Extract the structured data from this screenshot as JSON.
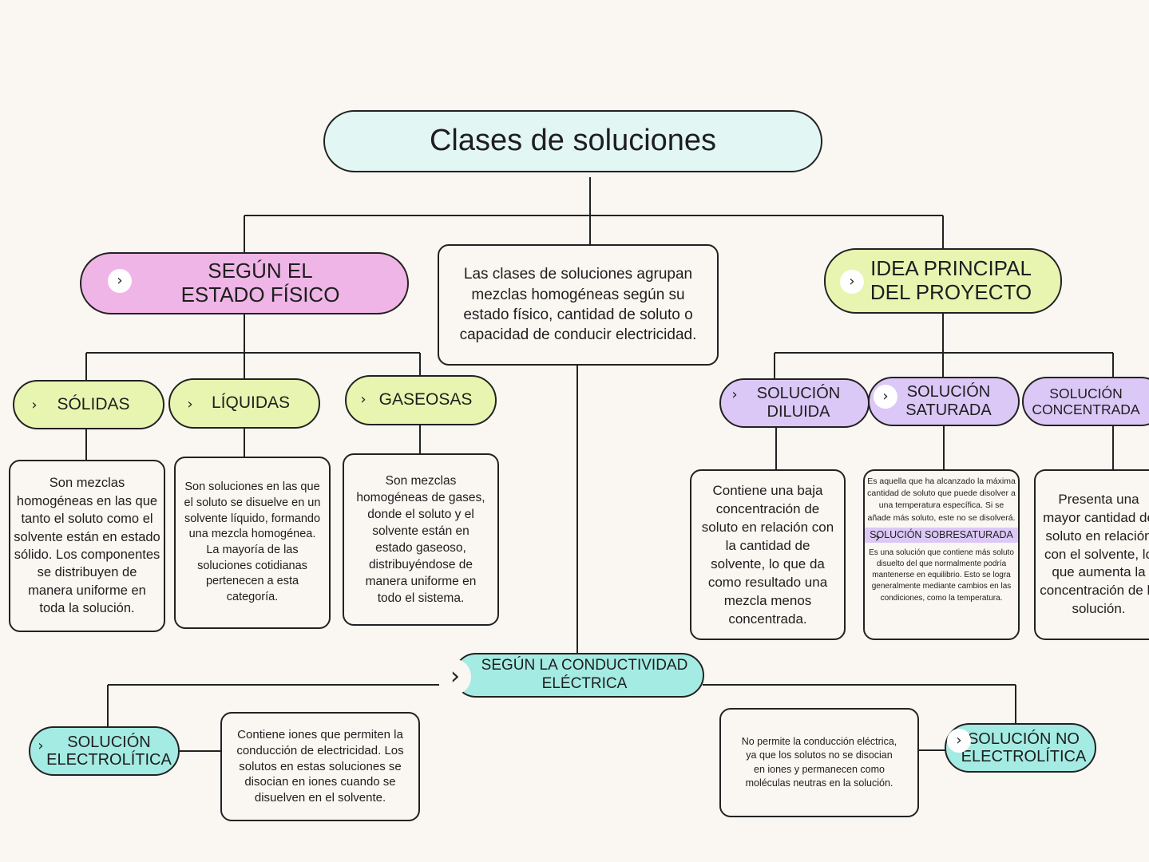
{
  "colors": {
    "background": "#faf6f1",
    "title_fill": "#e2f6f3",
    "estado_fill": "#efb5e6",
    "lime_fill": "#e7f5b0",
    "lavender_fill": "#dcc8f7",
    "teal_fill": "#a4ebe3",
    "stroke": "#222222"
  },
  "icon": "chevron-right-icon",
  "title": "Clases de soluciones",
  "center_description": "Las clases de soluciones agrupan mezclas homogéneas según su estado físico, cantidad de soluto o capacidad de conducir electricidad.",
  "estado_fisico": {
    "label_line1": "SEGÚN EL",
    "label_line2": "ESTADO FÍSICO",
    "solidas": {
      "label": "SÓLIDAS",
      "description": "Son mezclas homogéneas en las que tanto el soluto como el solvente están en estado sólido. Los componentes se distribuyen de manera uniforme en toda la solución."
    },
    "liquidas": {
      "label": "LÍQUIDAS",
      "description": "Son soluciones en las que el soluto se disuelve en un solvente líquido, formando una mezcla homogénea. La mayoría de las soluciones cotidianas pertenecen a esta categoría."
    },
    "gaseosas": {
      "label": "GASEOSAS",
      "description": "Son mezclas homogéneas de gases, donde el soluto y el solvente están en estado gaseoso, distribuyéndose de manera uniforme en todo el sistema."
    }
  },
  "idea_principal": {
    "label_line1": "IDEA PRINCIPAL",
    "label_line2": "DEL PROYECTO",
    "diluida": {
      "label_line1": "SOLUCIÓN",
      "label_line2": "DILUIDA",
      "description": "Contiene una baja concentración de soluto en relación con la cantidad de solvente, lo que da como resultado una mezcla menos concentrada."
    },
    "saturada": {
      "label_line1": "SOLUCIÓN",
      "label_line2": "SATURADA",
      "description": "Es aquella que ha alcanzado la máxima cantidad de soluto que puede disolver a una temperatura específica. Si se añade más soluto, este no se disolverá.",
      "sobresaturada_line1": "SOLUCIÓN",
      "sobresaturada_line2": "SOBRESATURADA",
      "sobresaturada_description": "Es una solución que contiene más soluto disuelto del que normalmente podría mantenerse en equilibrio. Esto se logra generalmente mediante cambios en las condiciones, como la temperatura."
    },
    "concentrada": {
      "label_line1": "SOLUCIÓN",
      "label_line2": "CONCENTRADA",
      "description": "Presenta una mayor cantidad de soluto en relación con el solvente, lo que aumenta la concentración de la solución."
    }
  },
  "conductividad": {
    "label_line1": "SEGÚN LA CONDUCTIVIDAD",
    "label_line2": "ELÉCTRICA",
    "electrolitica": {
      "label_line1": "SOLUCIÓN",
      "label_line2": "ELECTROLÍTICA",
      "description": "Contiene iones que permiten la conducción de electricidad. Los solutos en estas soluciones se disocian en iones cuando se disuelven en el solvente."
    },
    "no_electrolitica": {
      "label_line1": "SOLUCIÓN NO",
      "label_line2": "ELECTROLÍTICA",
      "description": "No permite la conducción eléctrica, ya que los solutos no se disocian en iones y permanecen como moléculas neutras en la solución."
    }
  }
}
